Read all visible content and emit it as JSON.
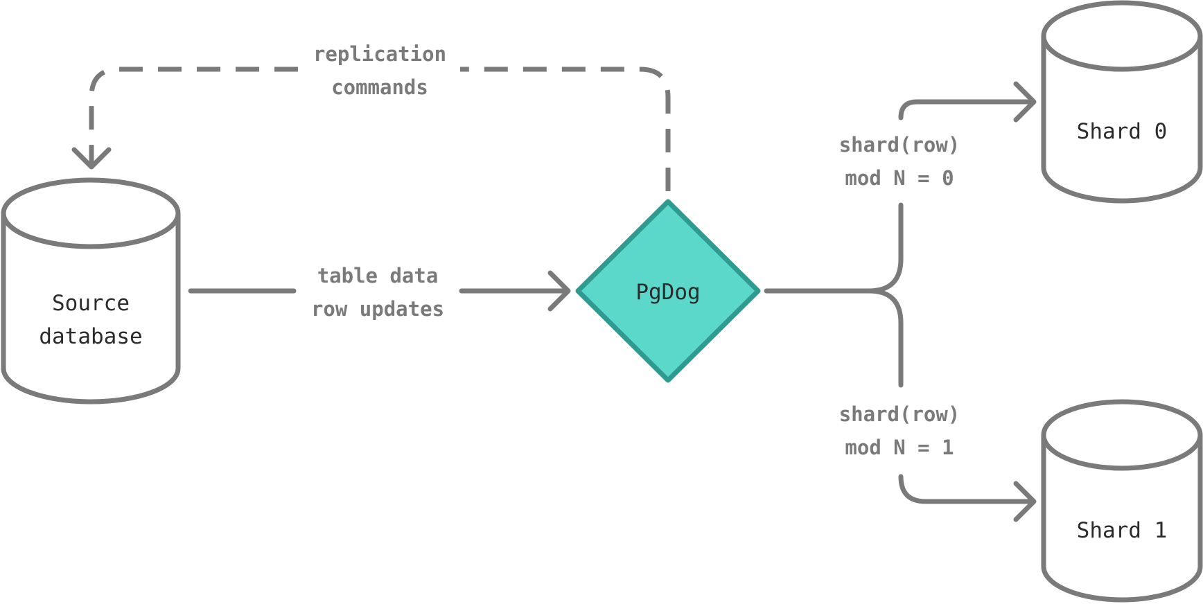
{
  "nodes": {
    "source": {
      "line1": "Source",
      "line2": "database"
    },
    "pgdog": {
      "label": "PgDog"
    },
    "shard0": {
      "label": "Shard 0"
    },
    "shard1": {
      "label": "Shard 1"
    }
  },
  "edges": {
    "replication": {
      "line1": "replication",
      "line2": "commands"
    },
    "table_data": {
      "line1": "table data",
      "line2": "row updates"
    },
    "shard0_rule": {
      "line1": "shard(row)",
      "line2": "mod N = 0"
    },
    "shard1_rule": {
      "line1": "shard(row)",
      "line2": "mod N = 1"
    }
  },
  "colors": {
    "stroke": "#7a7a7a",
    "pgdog_fill": "#5bd8ca",
    "pgdog_border": "#2f9b90"
  }
}
